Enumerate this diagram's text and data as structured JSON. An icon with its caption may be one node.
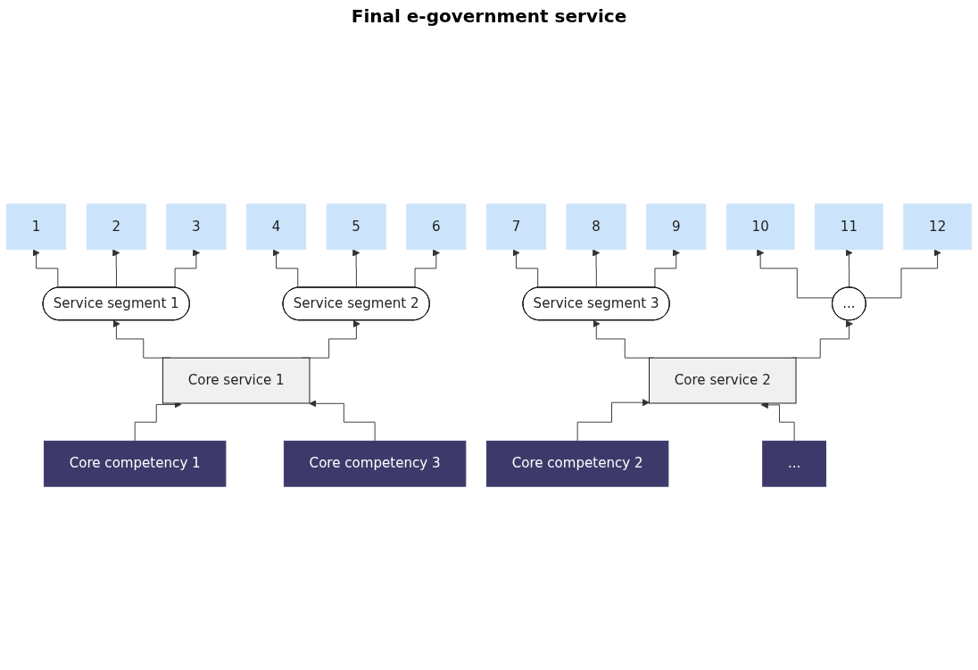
{
  "diagram": {
    "title": "Final e-government service",
    "nodes": [
      {
        "text": [
          "1"
        ]
      },
      {
        "text": [
          "2"
        ]
      },
      {
        "text": [
          "3"
        ]
      },
      {
        "text": [
          "4"
        ]
      },
      {
        "text": [
          "5"
        ]
      },
      {
        "text": [
          "6"
        ]
      },
      {
        "text": [
          "7"
        ]
      },
      {
        "text": [
          "8"
        ]
      },
      {
        "text": [
          "9"
        ]
      },
      {
        "text": [
          "10"
        ]
      },
      {
        "text": [
          "11"
        ]
      },
      {
        "text": [
          "12"
        ]
      },
      {
        "text": [
          "Service segment 1"
        ]
      },
      {
        "text": [
          "Service segment 2"
        ]
      },
      {
        "text": [
          "Service segment 3"
        ]
      },
      {
        "text": [
          "..."
        ]
      },
      {
        "text": [
          "Core service 2"
        ]
      },
      {
        "text": [
          "Core service 1"
        ]
      },
      {
        "text": [
          "Core competency 1"
        ]
      },
      {
        "text": [
          "Core competency 2"
        ]
      },
      {
        "text": [
          "Core competency 3"
        ]
      },
      {
        "text": [
          "..."
        ]
      }
    ],
    "edges": [
      {
        "from": 12,
        "to": 0,
        "arrow": "to"
      },
      {
        "from": 12,
        "to": 1,
        "arrow": "to"
      },
      {
        "from": 12,
        "to": 2,
        "arrow": "to"
      },
      {
        "from": 13,
        "to": 3,
        "arrow": "to"
      },
      {
        "from": 13,
        "to": 4,
        "arrow": "to"
      },
      {
        "from": 13,
        "to": 5,
        "arrow": "to"
      },
      {
        "from": 14,
        "to": 6,
        "arrow": "to"
      },
      {
        "from": 14,
        "to": 7,
        "arrow": "to"
      },
      {
        "from": 14,
        "to": 8,
        "arrow": "to"
      },
      {
        "from": 15,
        "to": 9,
        "arrow": "to"
      },
      {
        "from": 15,
        "to": 10,
        "arrow": "to"
      },
      {
        "from": 15,
        "to": 11,
        "arrow": "to"
      },
      {
        "from": 17,
        "to": 12,
        "arrow": "to"
      },
      {
        "from": 17,
        "to": 13,
        "arrow": "to"
      },
      {
        "from": 16,
        "to": 14,
        "arrow": "to"
      },
      {
        "from": 16,
        "to": 15,
        "arrow": "to"
      },
      {
        "from": 18,
        "to": 17,
        "arrow": "to"
      },
      {
        "from": 19,
        "to": 16,
        "arrow": "to"
      },
      {
        "from": 20,
        "to": 17,
        "arrow": "to"
      },
      {
        "from": 21,
        "to": 16,
        "arrow": "to"
      }
    ]
  }
}
